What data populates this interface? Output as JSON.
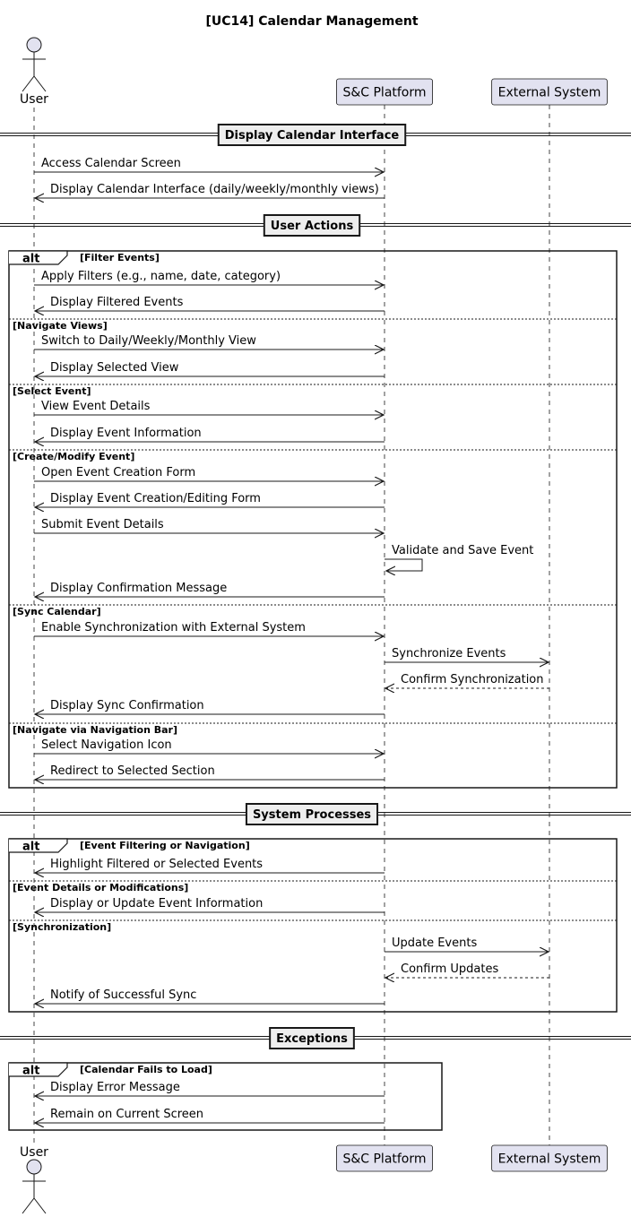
{
  "title": "[UC14] Calendar Management",
  "participants": [
    {
      "id": "user",
      "label": "User",
      "kind": "actor"
    },
    {
      "id": "platform",
      "label": "S&C Platform",
      "kind": "participant"
    },
    {
      "id": "external",
      "label": "External System",
      "kind": "participant"
    }
  ],
  "colors": {
    "participant_fill": "#E2E2F0",
    "participant_border": "#181818",
    "divider_fill": "#EEEEEE",
    "lifeline": "#181818",
    "line": "#181818"
  },
  "sections": [
    {
      "label": "Display Calendar Interface",
      "messages": [
        {
          "from": "user",
          "to": "platform",
          "text": "Access Calendar Screen",
          "style": "solid"
        },
        {
          "from": "platform",
          "to": "user",
          "text": "Display Calendar Interface (daily/weekly/monthly views)",
          "style": "solid"
        }
      ]
    },
    {
      "label": "User Actions",
      "fragment": {
        "operator": "alt",
        "branches": [
          {
            "guard": "[Filter Events]",
            "messages": [
              {
                "from": "user",
                "to": "platform",
                "text": "Apply Filters (e.g., name, date, category)",
                "style": "solid"
              },
              {
                "from": "platform",
                "to": "user",
                "text": "Display Filtered Events",
                "style": "solid"
              }
            ]
          },
          {
            "guard": "[Navigate Views]",
            "messages": [
              {
                "from": "user",
                "to": "platform",
                "text": "Switch to Daily/Weekly/Monthly View",
                "style": "solid"
              },
              {
                "from": "platform",
                "to": "user",
                "text": "Display Selected View",
                "style": "solid"
              }
            ]
          },
          {
            "guard": "[Select Event]",
            "messages": [
              {
                "from": "user",
                "to": "platform",
                "text": "View Event Details",
                "style": "solid"
              },
              {
                "from": "platform",
                "to": "user",
                "text": "Display Event Information",
                "style": "solid"
              }
            ]
          },
          {
            "guard": "[Create/Modify Event]",
            "messages": [
              {
                "from": "user",
                "to": "platform",
                "text": "Open Event Creation Form",
                "style": "solid"
              },
              {
                "from": "platform",
                "to": "user",
                "text": "Display Event Creation/Editing Form",
                "style": "solid"
              },
              {
                "from": "user",
                "to": "platform",
                "text": "Submit Event Details",
                "style": "solid"
              },
              {
                "from": "platform",
                "to": "platform",
                "text": "Validate and Save Event",
                "style": "solid"
              },
              {
                "from": "platform",
                "to": "user",
                "text": "Display Confirmation Message",
                "style": "solid"
              }
            ]
          },
          {
            "guard": "[Sync Calendar]",
            "messages": [
              {
                "from": "user",
                "to": "platform",
                "text": "Enable Synchronization with External System",
                "style": "solid"
              },
              {
                "from": "platform",
                "to": "external",
                "text": "Synchronize Events",
                "style": "solid"
              },
              {
                "from": "external",
                "to": "platform",
                "text": "Confirm Synchronization",
                "style": "dashed"
              },
              {
                "from": "platform",
                "to": "user",
                "text": "Display Sync Confirmation",
                "style": "solid"
              }
            ]
          },
          {
            "guard": "[Navigate via Navigation Bar]",
            "messages": [
              {
                "from": "user",
                "to": "platform",
                "text": "Select Navigation Icon",
                "style": "solid"
              },
              {
                "from": "platform",
                "to": "user",
                "text": "Redirect to Selected Section",
                "style": "solid"
              }
            ]
          }
        ]
      }
    },
    {
      "label": "System Processes",
      "fragment": {
        "operator": "alt",
        "branches": [
          {
            "guard": "[Event Filtering or Navigation]",
            "messages": [
              {
                "from": "platform",
                "to": "user",
                "text": "Highlight Filtered or Selected Events",
                "style": "solid"
              }
            ]
          },
          {
            "guard": "[Event Details or Modifications]",
            "messages": [
              {
                "from": "platform",
                "to": "user",
                "text": "Display or Update Event Information",
                "style": "solid"
              }
            ]
          },
          {
            "guard": "[Synchronization]",
            "messages": [
              {
                "from": "platform",
                "to": "external",
                "text": "Update Events",
                "style": "solid"
              },
              {
                "from": "external",
                "to": "platform",
                "text": "Confirm Updates",
                "style": "dashed"
              },
              {
                "from": "platform",
                "to": "user",
                "text": "Notify of Successful Sync",
                "style": "solid"
              }
            ]
          }
        ]
      }
    },
    {
      "label": "Exceptions",
      "fragment": {
        "operator": "alt",
        "branches": [
          {
            "guard": "[Calendar Fails to Load]",
            "messages": [
              {
                "from": "platform",
                "to": "user",
                "text": "Display Error Message",
                "style": "solid"
              },
              {
                "from": "platform",
                "to": "user",
                "text": "Remain on Current Screen",
                "style": "solid"
              }
            ]
          }
        ]
      }
    }
  ]
}
